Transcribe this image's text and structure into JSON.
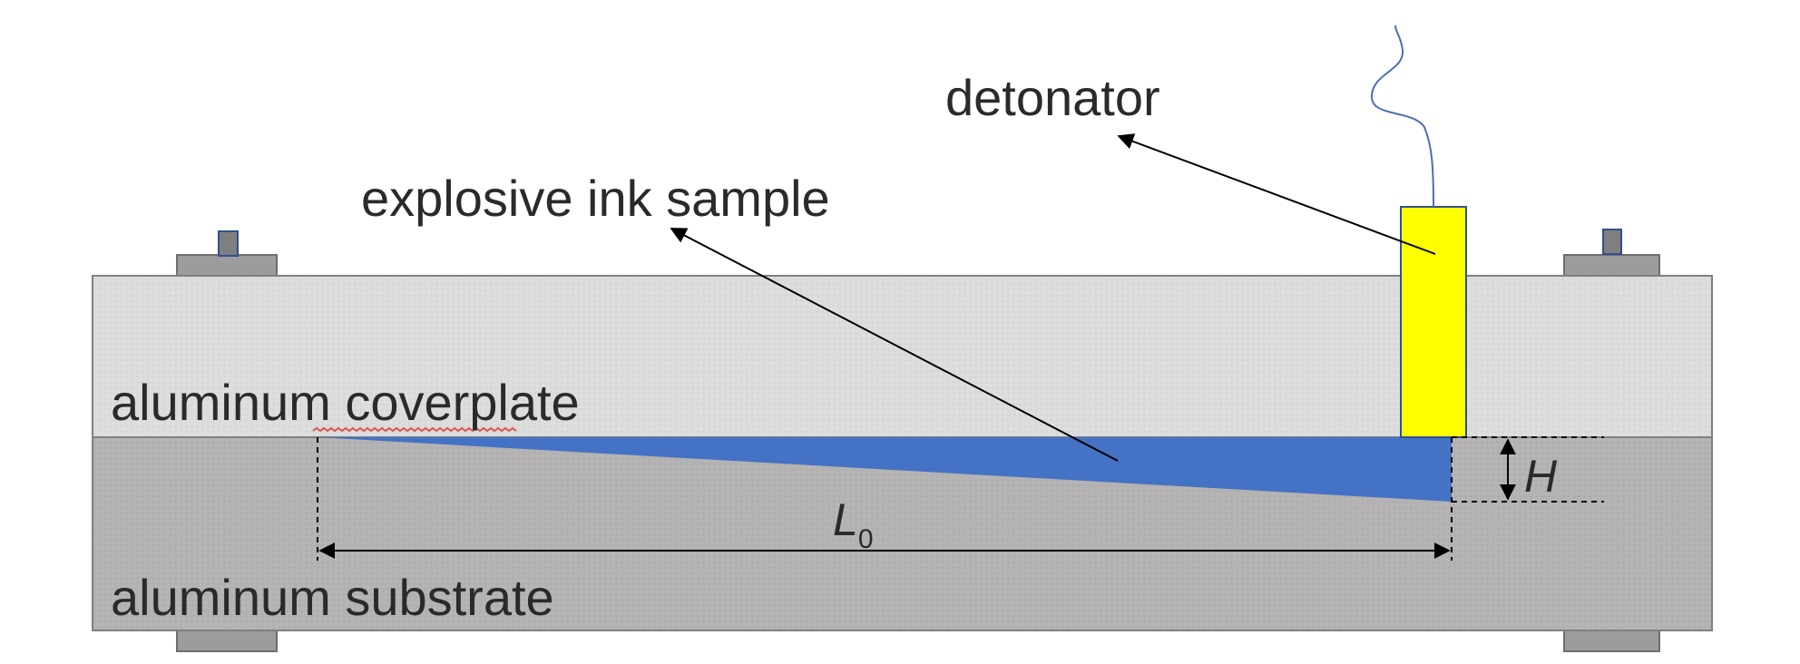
{
  "labels": {
    "detonator": "detonator",
    "explosive_ink_sample": "explosive ink sample",
    "coverplate": "aluminum coverplate",
    "substrate": "aluminum substrate",
    "height_symbol": "H",
    "length_symbol": "L",
    "length_subscript": "0"
  },
  "colors": {
    "coverplate": "#dcdcdc",
    "substrate": "#b4b2b2",
    "plate_border": "#808080",
    "explosive_ink": "#4472c4",
    "detonator": "#ffff00",
    "detonator_border": "#2f528f",
    "clamp": "#9c9c9c",
    "bolt": "#7f7f7f",
    "wire": "#4a6fb5",
    "dimension_line": "#000000"
  }
}
